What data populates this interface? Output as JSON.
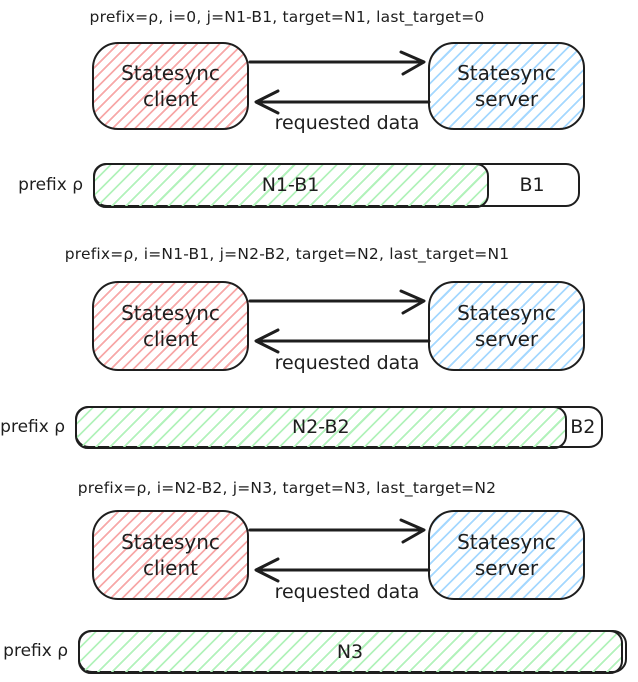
{
  "palette": {
    "stroke": "#1e1e1e",
    "client_hatch": "#f7a8a8",
    "server_hatch": "#a5d8ff",
    "synced_hatch": "#b2f2bb"
  },
  "sections": [
    {
      "caption": "prefix=ρ, i=0, j=N1-B1, target=N1, last_target=0",
      "client": {
        "line1": "Statesync",
        "line2": "client"
      },
      "server": {
        "line1": "Statesync",
        "line2": "server"
      },
      "response_label": "requested data",
      "bar": {
        "axis_label": "prefix ρ",
        "filled_label": "N1-B1",
        "rest_label": "B1",
        "filled_percent": 82
      }
    },
    {
      "caption": "prefix=ρ, i=N1-B1, j=N2-B2, target=N2, last_target=N1",
      "client": {
        "line1": "Statesync",
        "line2": "client"
      },
      "server": {
        "line1": "Statesync",
        "line2": "server"
      },
      "response_label": "requested data",
      "bar": {
        "axis_label": "prefix ρ",
        "filled_label": "N2-B2",
        "rest_label": "B2",
        "filled_percent": 94
      }
    },
    {
      "caption": "prefix=ρ, i=N2-B2, j=N3, target=N3, last_target=N2",
      "client": {
        "line1": "Statesync",
        "line2": "client"
      },
      "server": {
        "line1": "Statesync",
        "line2": "server"
      },
      "response_label": "requested data",
      "bar": {
        "axis_label": "prefix ρ",
        "filled_label": "N3",
        "rest_label": "",
        "filled_percent": 100
      }
    }
  ]
}
